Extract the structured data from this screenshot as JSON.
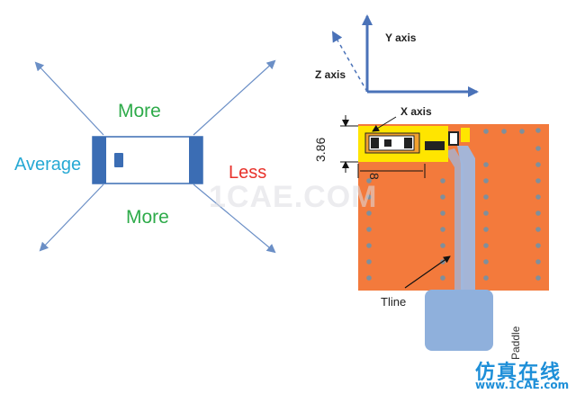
{
  "left_figure": {
    "labels": {
      "top": "More",
      "bottom": "More",
      "left": "Average",
      "right": "Less"
    },
    "colors": {
      "more": "#2eab4a",
      "average": "#27a9d4",
      "less": "#e8322b",
      "arrow": "#6b8fc6",
      "component": "#3b6db4"
    }
  },
  "axes": {
    "y_label": "Y axis",
    "z_label": "Z axis",
    "x_label": "X  axis",
    "color": "#4a72b8"
  },
  "board": {
    "dim_vertical": "3.86",
    "dim_horizontal": "8",
    "tline_label": "Tline",
    "paddle_label": "Paddle",
    "watermark": "1CAE.COM",
    "colors": {
      "board": "#f37a3c",
      "via": "#7f8f9c",
      "trace": "#9fb8df",
      "pad": "#ffe500",
      "paddle": "#8fb0dc"
    }
  },
  "branding": {
    "chinese": "仿真在线",
    "url": "www.1CAE.com"
  }
}
